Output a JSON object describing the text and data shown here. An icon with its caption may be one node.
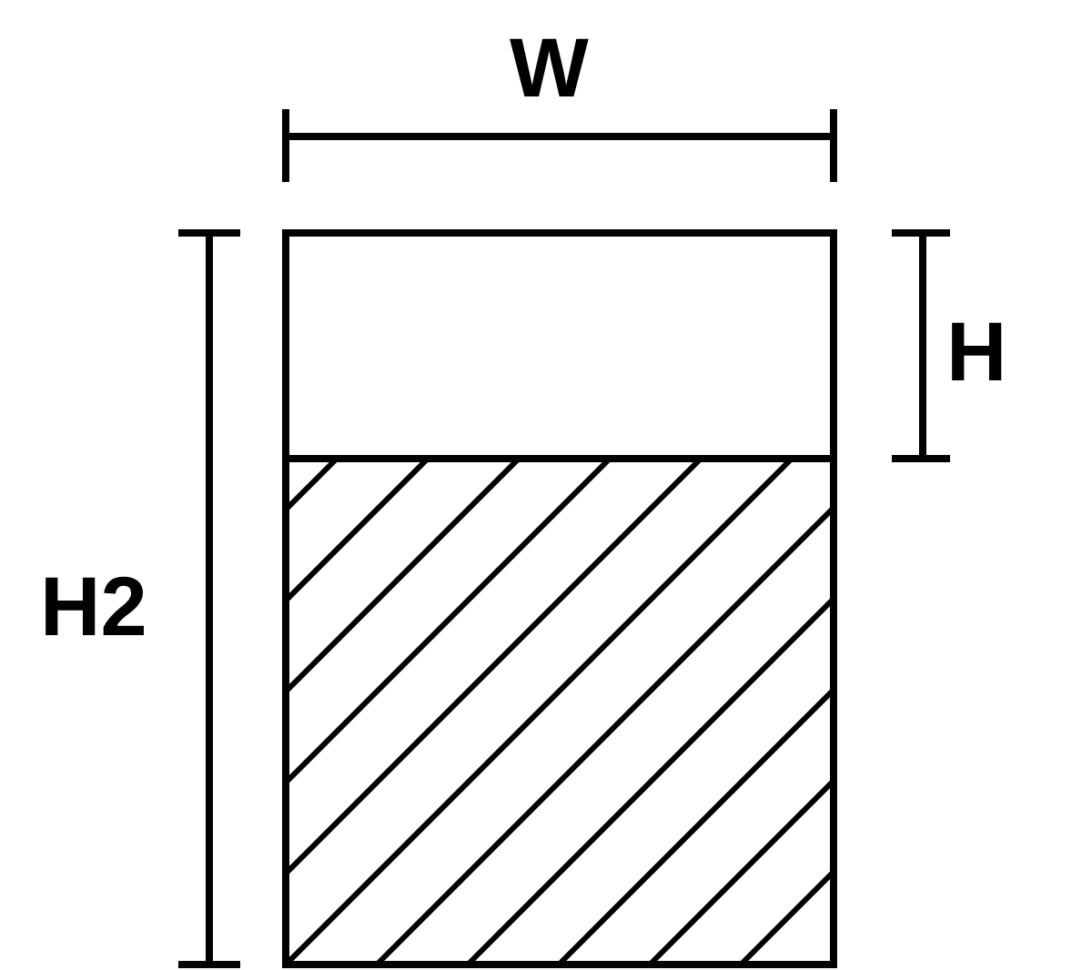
{
  "diagram": {
    "labels": [
      "W",
      "H",
      "H2"
    ]
  }
}
